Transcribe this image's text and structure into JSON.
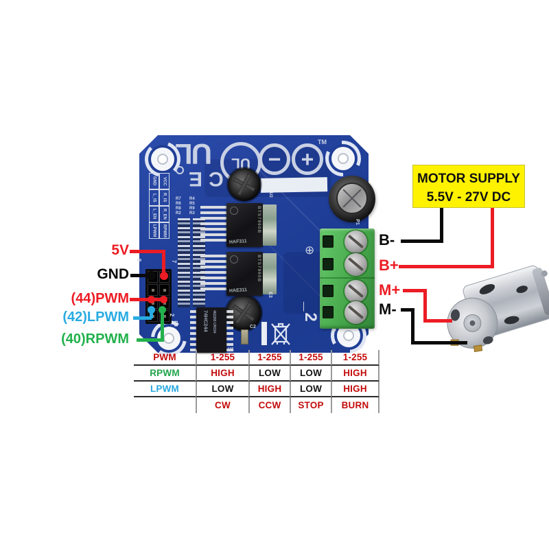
{
  "wiring": {
    "left_labels": [
      {
        "text": "5V",
        "color": "#ec1c24"
      },
      {
        "text": "GND",
        "color": "#0a0a0a"
      },
      {
        "text": "(44)PWM",
        "color": "#ec1c24"
      },
      {
        "text": "(42)LPWM",
        "color": "#29abe2"
      },
      {
        "text": "(40)RPWM",
        "color": "#22b14c"
      }
    ],
    "right_labels": [
      {
        "text": "B-",
        "color": "#0a0a0a"
      },
      {
        "text": "B+",
        "color": "#ec1c24"
      },
      {
        "text": "M+",
        "color": "#ec1c24"
      },
      {
        "text": "M-",
        "color": "#0a0a0a"
      }
    ],
    "wire_colors": {
      "red": "#ec1c24",
      "black": "#0a0a0a",
      "blue": "#29abe2",
      "green": "#22b14c"
    }
  },
  "supply_box": {
    "line1": "MOTOR SUPPLY",
    "line2": "5.5V - 27V DC",
    "bg": "#FFF200"
  },
  "board": {
    "name_silk": "IBT _2",
    "pin_labels_left": [
      "GND",
      "L_IS",
      "L_EN",
      "LPWM"
    ],
    "pin_labels_right": [
      "VCC",
      "R_IS",
      "R_EN",
      "RPWM"
    ],
    "resistor_labels": [
      [
        "R7",
        "R4"
      ],
      [
        "R6",
        "R5"
      ],
      [
        "R8",
        "R9"
      ],
      [
        "R2",
        "R3"
      ]
    ],
    "mosfets": [
      {
        "part": "BTS7960B",
        "mark": "HAF311"
      },
      {
        "part": "BTS7960B",
        "mark": "HAE311"
      }
    ],
    "ic": {
      "line1": "74HC244",
      "line2": "462265 UR034"
    },
    "refs": {
      "u1": "U1",
      "u2": "U2",
      "c2": "C2",
      "p1": "P1",
      "p3": "P3",
      "e3": "E3"
    },
    "header_pins": {
      "pin8": "8",
      "pin7": "7",
      "pin2": "2"
    },
    "logos": {
      "ul": "UL",
      "ce": "CE",
      "tm": "TM",
      "minus": "−",
      "plus": "+",
      "target": "⊕"
    }
  },
  "truth_table": {
    "rows": [
      {
        "label": "PWM",
        "cells": [
          "1-255",
          "1-255",
          "1-255",
          "1-255"
        ]
      },
      {
        "label": "RPWM",
        "cells": [
          "HIGH",
          "LOW",
          "LOW",
          "HIGH"
        ]
      },
      {
        "label": "LPWM",
        "cells": [
          "LOW",
          "HIGH",
          "LOW",
          "HIGH"
        ]
      },
      {
        "label": "",
        "cells": [
          "CW",
          "CCW",
          "STOP",
          "BURN"
        ]
      }
    ]
  }
}
